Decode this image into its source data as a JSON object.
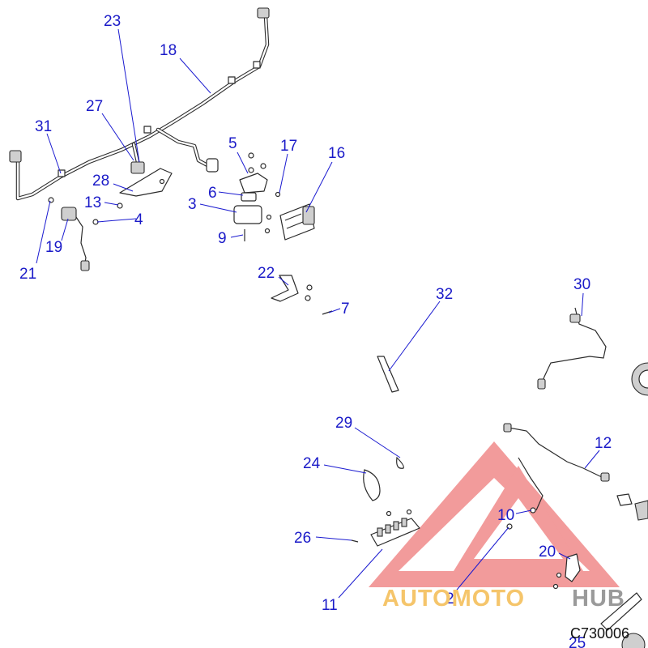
{
  "diagram": {
    "code": "C730006",
    "callouts": [
      "23",
      "18",
      "27",
      "31",
      "5",
      "17",
      "16",
      "28",
      "6",
      "13",
      "3",
      "4",
      "9",
      "19",
      "21",
      "22",
      "7",
      "32",
      "30",
      "29",
      "12",
      "24",
      "10",
      "26",
      "20",
      "2",
      "11",
      "25"
    ]
  },
  "watermark": {
    "brand_part1": "AUTOMOTO",
    "brand_part2": "HUB",
    "colors": {
      "logo": "#e84a4a",
      "brand_part1": "#f5c56b",
      "brand_part2": "#9a9a9a"
    }
  },
  "colors": {
    "callout": "#1a1ac8",
    "leader": "#1a1ad0",
    "line_art": "#2b2b2b"
  }
}
